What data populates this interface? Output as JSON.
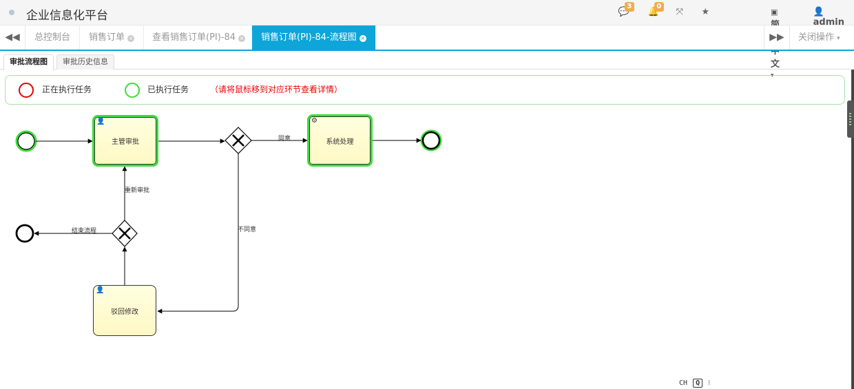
{
  "app": {
    "title": "企业信息化平台"
  },
  "topbar": {
    "messages_count": "3",
    "notifications_count": "0",
    "language": "简体中文",
    "user": "admin"
  },
  "tabs": {
    "items": [
      {
        "label": "总控制台",
        "closable": false,
        "active": false
      },
      {
        "label": "销售订单",
        "closable": true,
        "active": false
      },
      {
        "label": "查看销售订单(PI)-84",
        "closable": true,
        "active": false
      },
      {
        "label": "销售订单(PI)-84-流程图",
        "closable": true,
        "active": true
      }
    ],
    "close_ops": "关闭操作"
  },
  "subtabs": {
    "items": [
      {
        "label": "审批流程图",
        "active": true
      },
      {
        "label": "审批历史信息",
        "active": false
      }
    ]
  },
  "legend": {
    "running": "正在执行任务",
    "done": "已执行任务",
    "hint": "（请将鼠标移到对应环节查看详情）",
    "running_color": "#e60000",
    "done_color": "#3bdc3b"
  },
  "diagram": {
    "tasks": {
      "supervisor": "主管审批",
      "system": "系统处理",
      "reject": "驳回修改"
    },
    "flows": {
      "agree": "同意",
      "disagree": "不同意",
      "resubmit": "重新审批",
      "end": "结束流程"
    }
  },
  "bottom_tools": {
    "ime": "CH",
    "search": "Q",
    "more": "⁝"
  }
}
